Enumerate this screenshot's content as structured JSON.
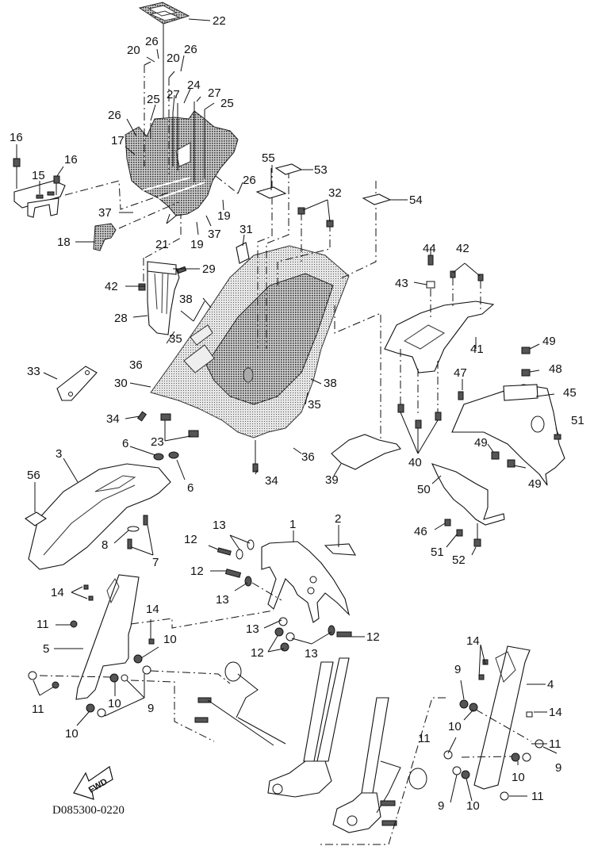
{
  "diagram": {
    "title": "Fenders / Mudguards exploded parts diagram",
    "drawing_code": "D085300-0220",
    "direction_indicator": {
      "label": "FWD",
      "icon": "fwd-arrow-icon"
    },
    "colors": {
      "ink": "#111111",
      "background": "#ffffff",
      "shading": "#555555"
    },
    "groups": {
      "rear_inner_fender": [
        "15",
        "16",
        "17",
        "18",
        "19",
        "20",
        "21",
        "22",
        "24",
        "25",
        "26",
        "27",
        "37"
      ],
      "rear_fender_upper": [
        "23",
        "28",
        "29",
        "30",
        "31",
        "32",
        "33",
        "34",
        "35",
        "36",
        "38",
        "42",
        "53",
        "54",
        "55"
      ],
      "tail_bracket": [
        "39",
        "40",
        "41",
        "42",
        "43",
        "44"
      ],
      "license_bracket": [
        "45",
        "46",
        "47",
        "48",
        "49",
        "50",
        "51",
        "52"
      ],
      "front_fender": [
        "1",
        "2",
        "3",
        "6",
        "7",
        "8",
        "12",
        "13",
        "56"
      ],
      "fork_guards": [
        "4",
        "5",
        "9",
        "10",
        "11",
        "14"
      ]
    },
    "callouts": [
      {
        "id": "c22",
        "label": "22"
      },
      {
        "id": "c20a",
        "label": "20"
      },
      {
        "id": "c26a",
        "label": "26"
      },
      {
        "id": "c20b",
        "label": "20"
      },
      {
        "id": "c26b",
        "label": "26"
      },
      {
        "id": "c25a",
        "label": "25"
      },
      {
        "id": "c27a",
        "label": "27"
      },
      {
        "id": "c24",
        "label": "24"
      },
      {
        "id": "c27b",
        "label": "27"
      },
      {
        "id": "c25b",
        "label": "25"
      },
      {
        "id": "c26c",
        "label": "26"
      },
      {
        "id": "c17",
        "label": "17"
      },
      {
        "id": "c16a",
        "label": "16"
      },
      {
        "id": "c16b",
        "label": "16"
      },
      {
        "id": "c15",
        "label": "15"
      },
      {
        "id": "c26d",
        "label": "26"
      },
      {
        "id": "c55",
        "label": "55"
      },
      {
        "id": "c53",
        "label": "53"
      },
      {
        "id": "c37a",
        "label": "37"
      },
      {
        "id": "c19a",
        "label": "19"
      },
      {
        "id": "c37b",
        "label": "37"
      },
      {
        "id": "c18",
        "label": "18"
      },
      {
        "id": "c21",
        "label": "21"
      },
      {
        "id": "c19b",
        "label": "19"
      },
      {
        "id": "c31",
        "label": "31"
      },
      {
        "id": "c32",
        "label": "32"
      },
      {
        "id": "c54",
        "label": "54"
      },
      {
        "id": "c44",
        "label": "44"
      },
      {
        "id": "c42a",
        "label": "42"
      },
      {
        "id": "c43",
        "label": "43"
      },
      {
        "id": "c41",
        "label": "41"
      },
      {
        "id": "c42b",
        "label": "42"
      },
      {
        "id": "c29",
        "label": "29"
      },
      {
        "id": "c38a",
        "label": "38"
      },
      {
        "id": "c28",
        "label": "28"
      },
      {
        "id": "c35a",
        "label": "35"
      },
      {
        "id": "c36a",
        "label": "36"
      },
      {
        "id": "c33",
        "label": "33"
      },
      {
        "id": "c30",
        "label": "30"
      },
      {
        "id": "c38b",
        "label": "38"
      },
      {
        "id": "c35b",
        "label": "35"
      },
      {
        "id": "c34a",
        "label": "34"
      },
      {
        "id": "c23",
        "label": "23"
      },
      {
        "id": "c36b",
        "label": "36"
      },
      {
        "id": "c34b",
        "label": "34"
      },
      {
        "id": "c49a",
        "label": "49"
      },
      {
        "id": "c48",
        "label": "48"
      },
      {
        "id": "c47",
        "label": "47"
      },
      {
        "id": "c45",
        "label": "45"
      },
      {
        "id": "c51a",
        "label": "51"
      },
      {
        "id": "c49b",
        "label": "49"
      },
      {
        "id": "c49c",
        "label": "49"
      },
      {
        "id": "c40",
        "label": "40"
      },
      {
        "id": "c39",
        "label": "39"
      },
      {
        "id": "c50",
        "label": "50"
      },
      {
        "id": "c46",
        "label": "46"
      },
      {
        "id": "c51b",
        "label": "51"
      },
      {
        "id": "c52",
        "label": "52"
      },
      {
        "id": "c6a",
        "label": "6"
      },
      {
        "id": "c6b",
        "label": "6"
      },
      {
        "id": "c3",
        "label": "3"
      },
      {
        "id": "c56",
        "label": "56"
      },
      {
        "id": "c8",
        "label": "8"
      },
      {
        "id": "c7",
        "label": "7"
      },
      {
        "id": "c1",
        "label": "1"
      },
      {
        "id": "c2",
        "label": "2"
      },
      {
        "id": "c13a",
        "label": "13"
      },
      {
        "id": "c12a",
        "label": "12"
      },
      {
        "id": "c12b",
        "label": "12"
      },
      {
        "id": "c13b",
        "label": "13"
      },
      {
        "id": "c14a",
        "label": "14"
      },
      {
        "id": "c14b",
        "label": "14"
      },
      {
        "id": "c11a",
        "label": "11"
      },
      {
        "id": "c10a",
        "label": "10"
      },
      {
        "id": "c5",
        "label": "5"
      },
      {
        "id": "c13c",
        "label": "13"
      },
      {
        "id": "c12c",
        "label": "12"
      },
      {
        "id": "c12d",
        "label": "12"
      },
      {
        "id": "c13d",
        "label": "13"
      },
      {
        "id": "c11b",
        "label": "11"
      },
      {
        "id": "c10b",
        "label": "10"
      },
      {
        "id": "c9a",
        "label": "9"
      },
      {
        "id": "c10c",
        "label": "10"
      },
      {
        "id": "c14c",
        "label": "14"
      },
      {
        "id": "c4",
        "label": "4"
      },
      {
        "id": "c9b",
        "label": "9"
      },
      {
        "id": "c14d",
        "label": "14"
      },
      {
        "id": "c10d",
        "label": "10"
      },
      {
        "id": "c11c",
        "label": "11"
      },
      {
        "id": "c11d",
        "label": "11"
      },
      {
        "id": "c10e",
        "label": "10"
      },
      {
        "id": "c9c",
        "label": "9"
      },
      {
        "id": "c9d",
        "label": "9"
      },
      {
        "id": "c10f",
        "label": "10"
      },
      {
        "id": "c11e",
        "label": "11"
      }
    ]
  }
}
